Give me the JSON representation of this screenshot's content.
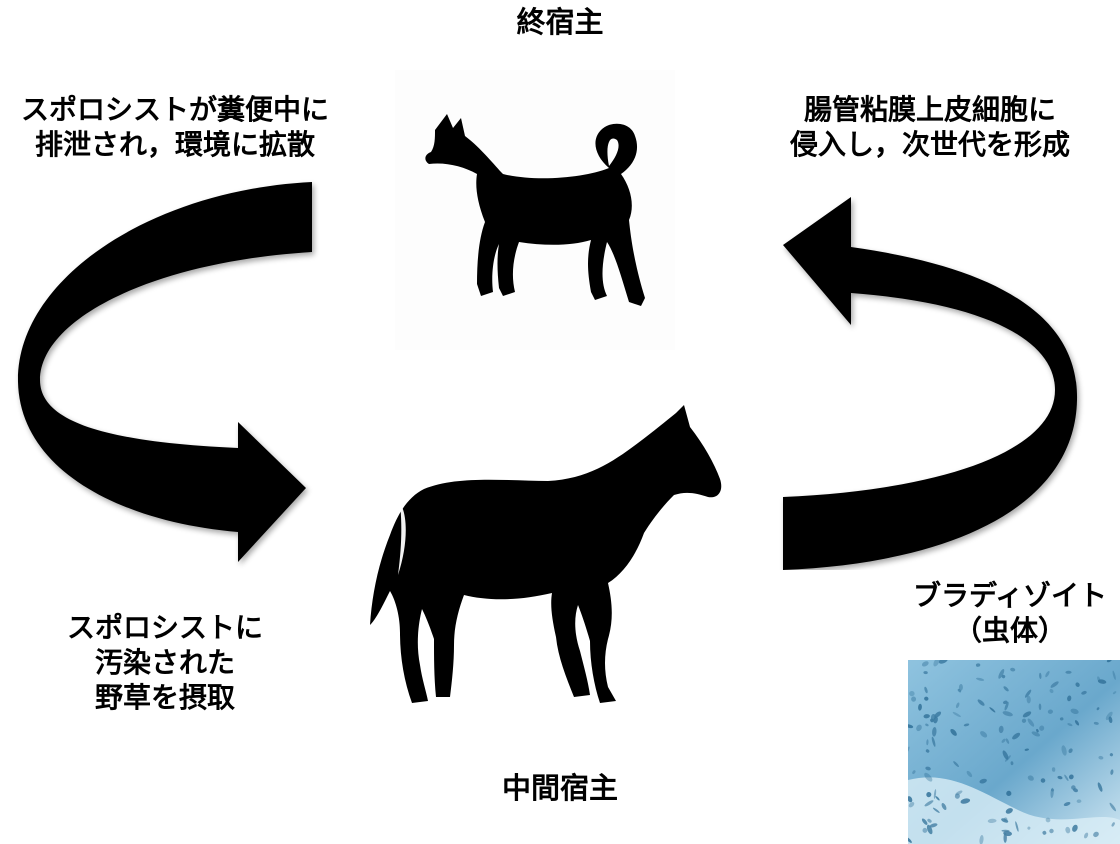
{
  "definitive_host": "終宿主",
  "intermediate_host": "中間宿主",
  "left_top_text": [
    "スポロシストが糞便中に",
    "排泄され，環境に拡散"
  ],
  "right_top_text": [
    "腸管粘膜上皮細胞に",
    "侵入し，次世代を形成"
  ],
  "left_bottom_text": [
    "スポロシストに",
    "汚染された",
    "野草を摂取"
  ],
  "bradyzoite_label": [
    "ブラディゾイト",
    "（虫体）"
  ],
  "icons": {
    "dog": "dog-silhouette-icon",
    "horse": "horse-silhouette-icon",
    "left_arrow": "curved-arrow-icon",
    "right_arrow": "curved-arrow-icon",
    "micrograph": "bradyzoite-micrograph"
  },
  "colors": {
    "silhouette": "#000000",
    "micrograph_bg": "#7fb6d6",
    "micrograph_cells": "#2f6f97"
  }
}
